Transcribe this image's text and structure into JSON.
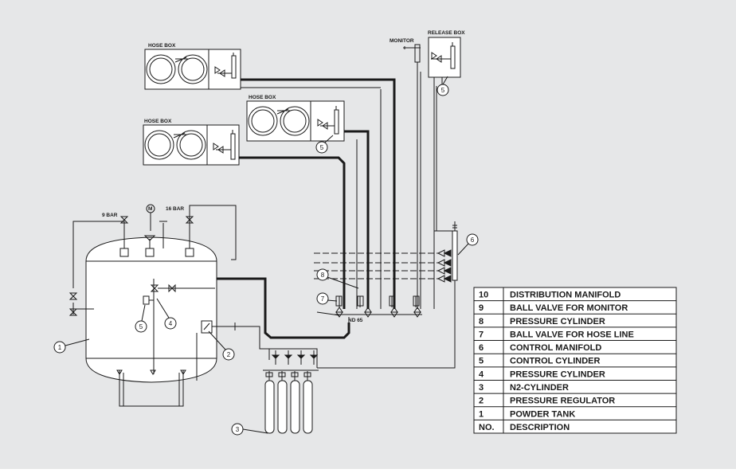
{
  "colors": {
    "background": "#e6e7e8",
    "line": "#1a1a1a",
    "panel": "#ffffff"
  },
  "labels": {
    "hose_box_1": "HOSE BOX",
    "hose_box_2": "HOSE BOX",
    "hose_box_3": "HOSE BOX",
    "monitor": "MONITOR",
    "release_box": "RELEASE BOX",
    "bar_9": "9 BAR",
    "bar_16": "16 BAR",
    "motor": "M",
    "nd65": "ND 65"
  },
  "callouts": {
    "c1": "1",
    "c2": "2",
    "c3": "3",
    "c4": "4",
    "c5a": "5",
    "c5b": "5",
    "c5c": "5",
    "c6": "6",
    "c7": "7",
    "c8": "8"
  },
  "legend": {
    "rows": [
      {
        "no": "10",
        "desc": "DISTRIBUTION MANIFOLD"
      },
      {
        "no": "9",
        "desc": "BALL VALVE FOR MONITOR"
      },
      {
        "no": "8",
        "desc": "PRESSURE CYLINDER"
      },
      {
        "no": "7",
        "desc": "BALL VALVE FOR HOSE LINE"
      },
      {
        "no": "6",
        "desc": "CONTROL MANIFOLD"
      },
      {
        "no": "5",
        "desc": "CONTROL CYLINDER"
      },
      {
        "no": "4",
        "desc": "PRESSURE CYLINDER"
      },
      {
        "no": "3",
        "desc": "N2-CYLINDER"
      },
      {
        "no": "2",
        "desc": "PRESSURE REGULATOR"
      },
      {
        "no": "1",
        "desc": "POWDER TANK"
      }
    ],
    "header": {
      "no": "NO.",
      "desc": "DESCRIPTION"
    }
  }
}
